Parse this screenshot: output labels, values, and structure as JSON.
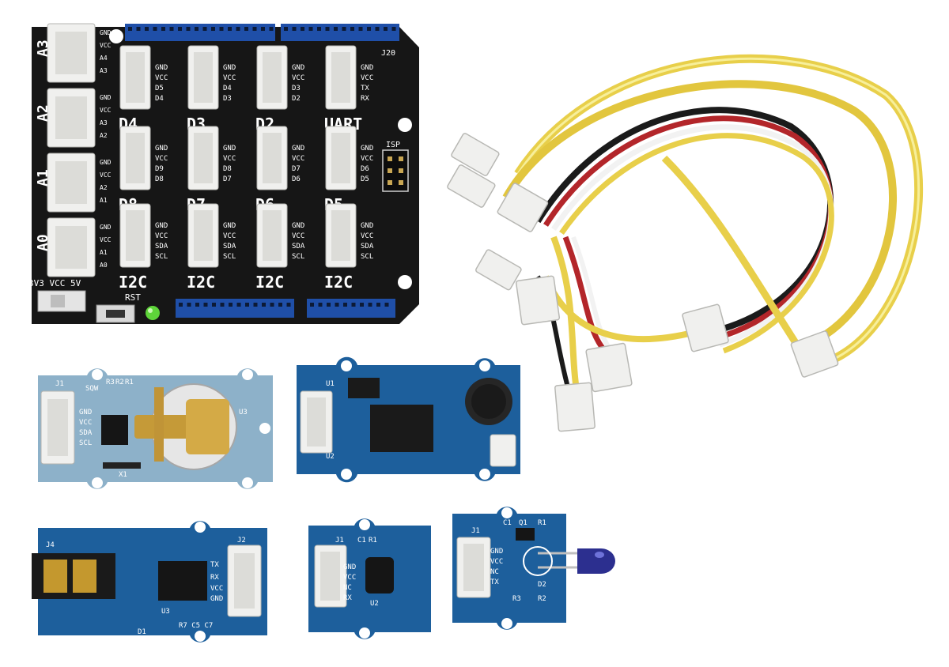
{
  "colors": {
    "base_pcb": "#161616",
    "header_blue": "#1f4fa8",
    "connector_white": "#f0f0ee",
    "module_blue": "#1d5f9c",
    "module_teal": "#2a6fa4",
    "rtc_pcb": "#8db1c9",
    "cable_yellow": "#e8cf4a",
    "cable_red": "#b3262a",
    "cable_black": "#1b1b1b",
    "led_green": "#5ed53a",
    "ir_led": "#2c2f8f"
  },
  "base_shield": {
    "header_label": "J20",
    "isp_label": "ISP",
    "rst_label": "RST",
    "power_label": "3V3 VCC 5V",
    "analog_ports": [
      {
        "name": "A3",
        "pins": [
          "GND",
          "VCC",
          "A4",
          "A3"
        ]
      },
      {
        "name": "A2",
        "pins": [
          "GND",
          "VCC",
          "A3",
          "A2"
        ]
      },
      {
        "name": "A1",
        "pins": [
          "GND",
          "VCC",
          "A2",
          "A1"
        ]
      },
      {
        "name": "A0",
        "pins": [
          "GND",
          "VCC",
          "A1",
          "A0"
        ]
      }
    ],
    "row1": [
      {
        "name": "D4",
        "pins": [
          "GND",
          "VCC",
          "D5",
          "D4"
        ]
      },
      {
        "name": "D3",
        "pins": [
          "GND",
          "VCC",
          "D4",
          "D3"
        ]
      },
      {
        "name": "D2",
        "pins": [
          "GND",
          "VCC",
          "D3",
          "D2"
        ]
      },
      {
        "name": "UART",
        "pins": [
          "GND",
          "VCC",
          "TX",
          "RX"
        ]
      }
    ],
    "row2": [
      {
        "name": "D8",
        "pins": [
          "GND",
          "VCC",
          "D9",
          "D8"
        ]
      },
      {
        "name": "D7",
        "pins": [
          "GND",
          "VCC",
          "D8",
          "D7"
        ]
      },
      {
        "name": "D6",
        "pins": [
          "GND",
          "VCC",
          "D7",
          "D6"
        ]
      },
      {
        "name": "D5",
        "pins": [
          "GND",
          "VCC",
          "D6",
          "D5"
        ]
      }
    ],
    "row3": [
      {
        "name": "I2C",
        "pins": [
          "GND",
          "VCC",
          "SDA",
          "SCL"
        ]
      },
      {
        "name": "I2C",
        "pins": [
          "GND",
          "VCC",
          "SDA",
          "SCL"
        ]
      },
      {
        "name": "I2C",
        "pins": [
          "GND",
          "VCC",
          "SDA",
          "SCL"
        ]
      },
      {
        "name": "I2C",
        "pins": [
          "GND",
          "VCC",
          "SDA",
          "SCL"
        ]
      }
    ]
  },
  "modules": {
    "rtc": {
      "labels": [
        "J1",
        "SQW",
        "R3",
        "R2",
        "R1",
        "U3",
        "X1",
        "GND",
        "VCC",
        "SDA",
        "SCL"
      ]
    },
    "mic": {
      "labels": [
        "U1",
        "U2"
      ]
    },
    "audio": {
      "labels": [
        "J4",
        "J2",
        "U3",
        "D1",
        "R7 C5 C7",
        "TX",
        "RX",
        "VCC",
        "GND"
      ]
    },
    "ir_receiver": {
      "labels": [
        "J1",
        "C1",
        "R1",
        "GND",
        "VCC",
        "NC",
        "RX",
        "U2"
      ]
    },
    "ir_emitter": {
      "labels": [
        "J1",
        "C1",
        "Q1",
        "R1",
        "GND",
        "VCC",
        "NC",
        "TX",
        "D2",
        "R3",
        "R2"
      ]
    }
  }
}
